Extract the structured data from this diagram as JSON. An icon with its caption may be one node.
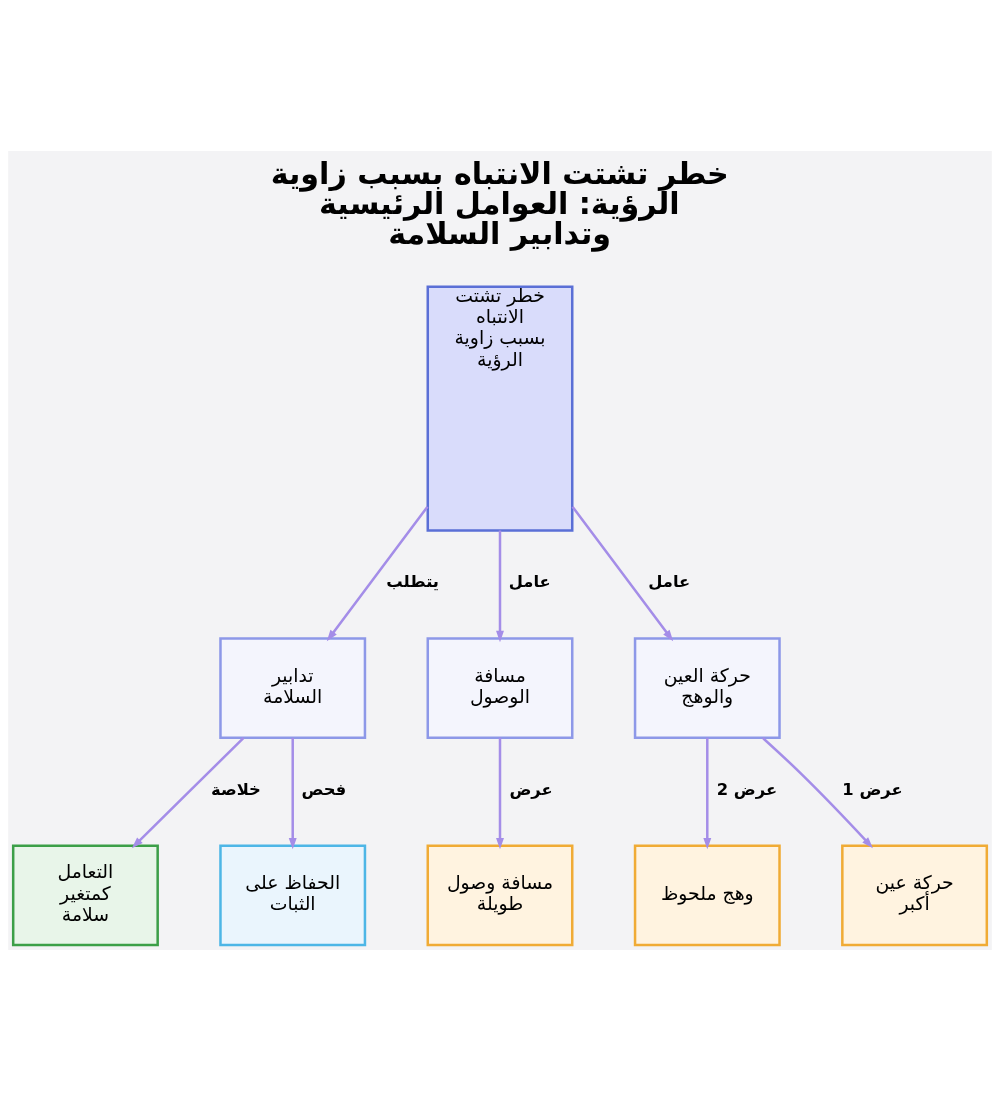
{
  "diagram": {
    "title": "خطر تشتت الانتباه بسبب زاوية الرؤية: العوامل الرئيسية وتدابير السلامة",
    "nodes": [
      {
        "text": [
          "خطر تشتت الانتباه بسبب زاوية الرؤية"
        ]
      },
      {
        "text": [
          "حركة العين والوهج"
        ]
      },
      {
        "text": [
          "مسافة الوصول"
        ]
      },
      {
        "text": [
          "تدابير السلامة"
        ]
      },
      {
        "text": [
          "حركة عين أكبر"
        ]
      },
      {
        "text": [
          "وهج ملحوظ"
        ]
      },
      {
        "text": [
          "مسافة وصول طويلة"
        ]
      },
      {
        "text": [
          "الحفاظ على الثبات"
        ]
      },
      {
        "text": [
          "التعامل كمتغير سلامة"
        ]
      }
    ],
    "edges": [
      {
        "from": 0,
        "to": 2,
        "arrow": "to",
        "label": "عامل"
      },
      {
        "from": 0,
        "to": 1,
        "arrow": "to",
        "label": "عامل"
      },
      {
        "from": 0,
        "to": 3,
        "arrow": "to",
        "label": "يتطلب"
      },
      {
        "from": 1,
        "to": 4,
        "arrow": "to",
        "label": "عرض 1"
      },
      {
        "from": 1,
        "to": 5,
        "arrow": "to",
        "label": "عرض 2"
      },
      {
        "from": 2,
        "to": 6,
        "arrow": "to",
        "label": "عرض"
      },
      {
        "from": 3,
        "to": 7,
        "arrow": "to",
        "label": "فحص"
      },
      {
        "from": 3,
        "to": 8,
        "arrow": "to",
        "label": "خلاصة"
      }
    ]
  }
}
